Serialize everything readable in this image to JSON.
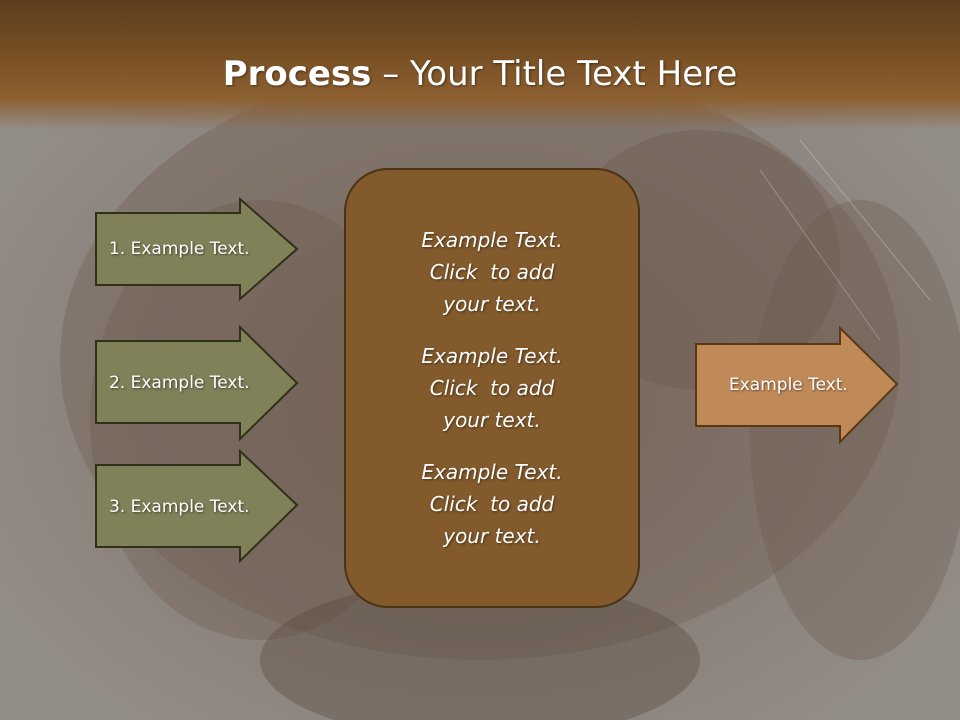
{
  "slide": {
    "title_bold": "Process",
    "title_rest": " – Your Title Text Here"
  },
  "left_arrows": [
    {
      "label": "1. Example Text."
    },
    {
      "label": "2. Example Text."
    },
    {
      "label": "3. Example Text."
    }
  ],
  "center_box": {
    "blocks": [
      {
        "line1": "Example Text.",
        "line2": "Click  to add",
        "line3": "your text."
      },
      {
        "line1": "Example Text.",
        "line2": "Click  to add",
        "line3": "your text."
      },
      {
        "line1": "Example Text.",
        "line2": "Click  to add",
        "line3": "your text."
      }
    ]
  },
  "right_arrow": {
    "label": "Example Text."
  },
  "colors": {
    "header": "#7a5126",
    "left_arrow_fill": "#808059",
    "center_box_fill": "#825a2c",
    "right_arrow_fill": "#c08a58"
  }
}
